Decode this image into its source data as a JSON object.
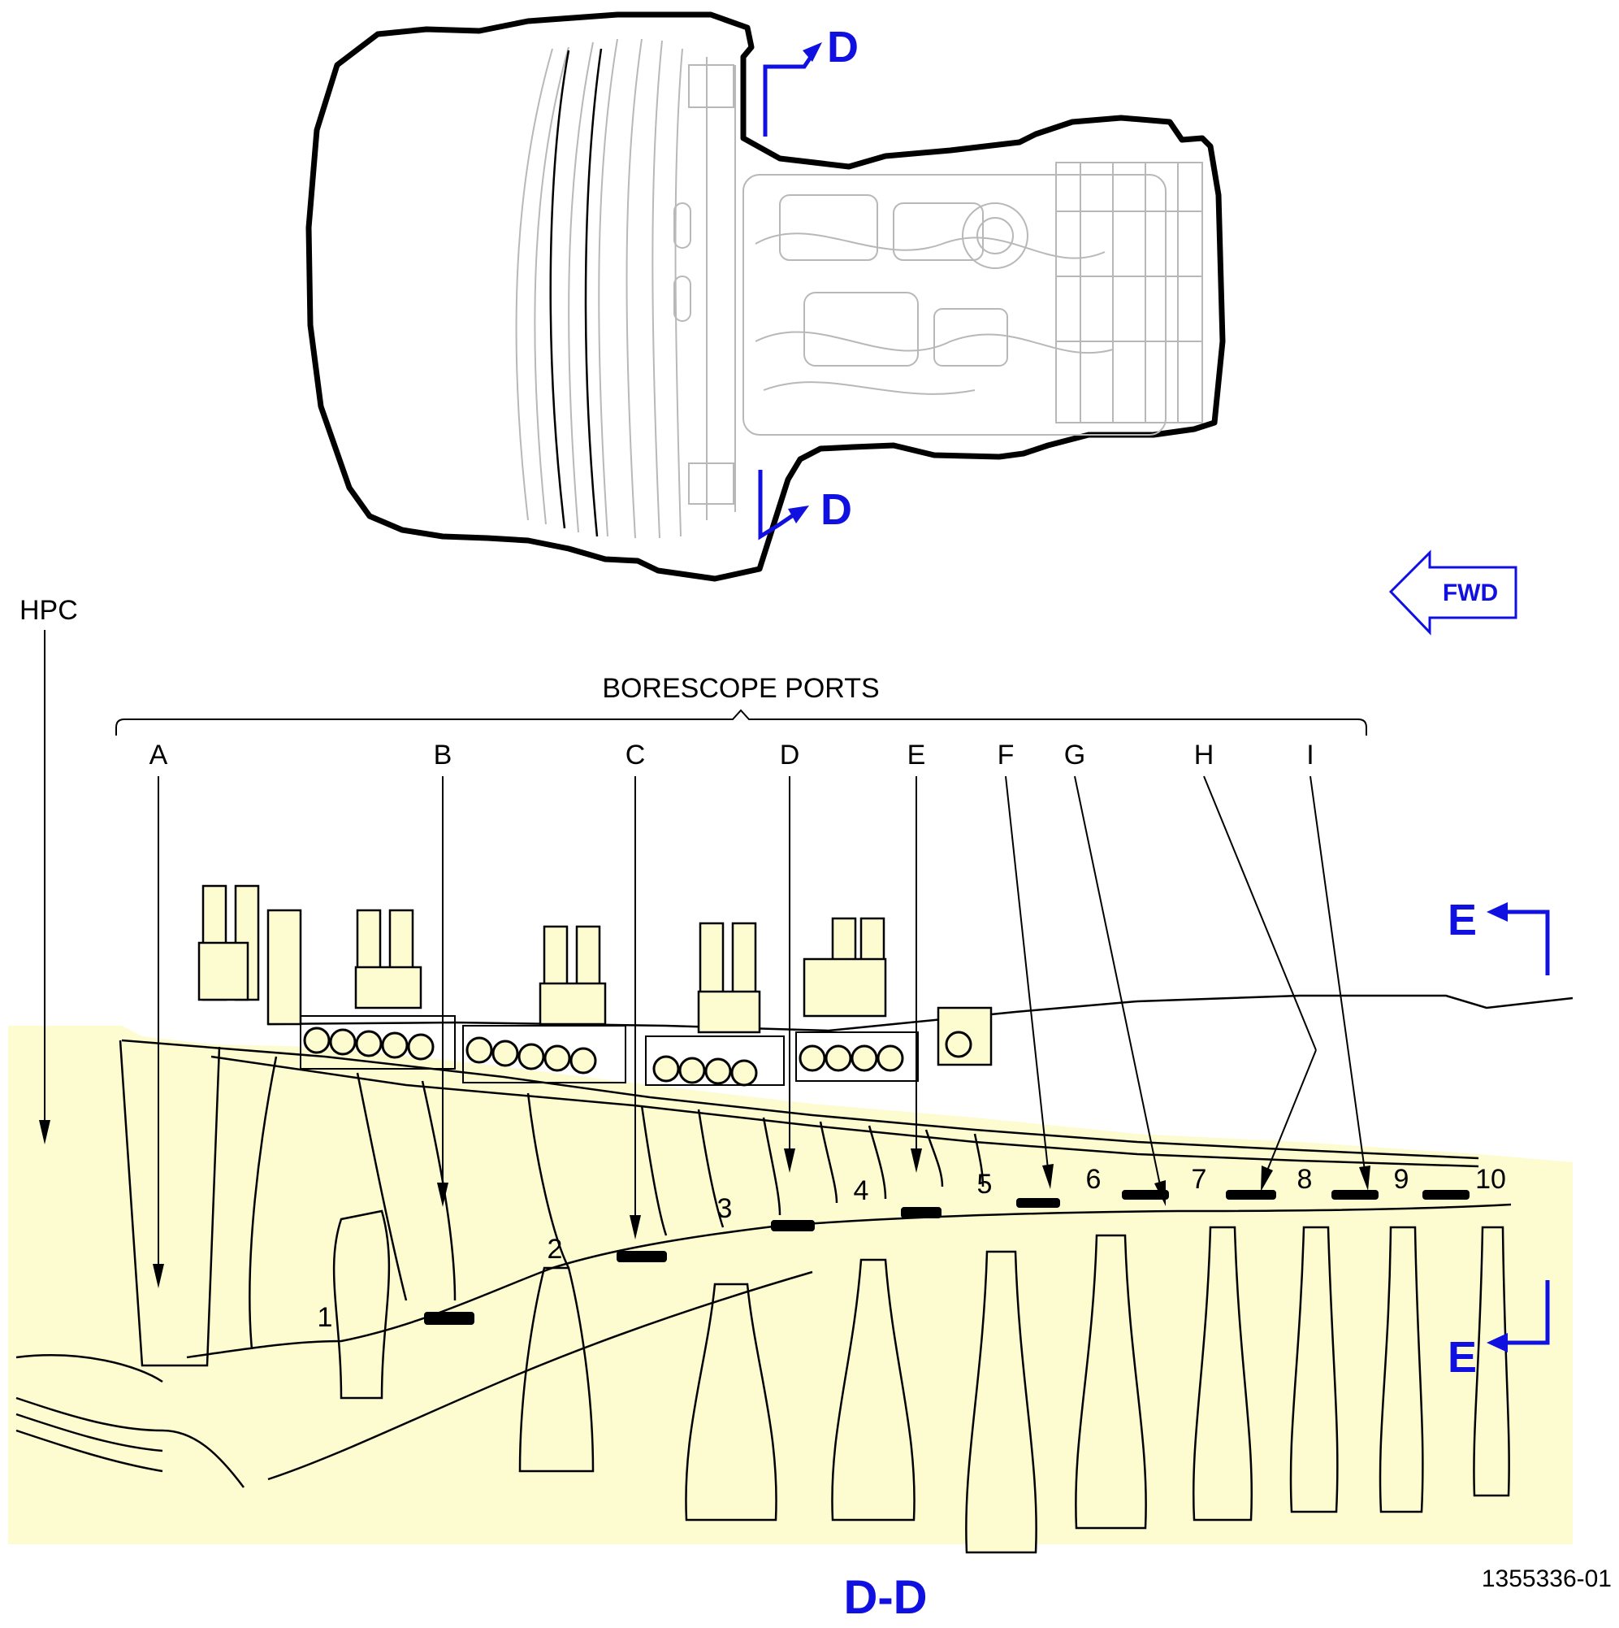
{
  "section_marks": {
    "top_d_upper": "D",
    "top_d_lower": "D",
    "e_upper": "E",
    "e_lower": "E",
    "view_title": "D-D"
  },
  "fwd_label": "FWD",
  "module_label": "HPC",
  "ports_heading": "BORESCOPE PORTS",
  "ports": [
    "A",
    "B",
    "C",
    "D",
    "E",
    "F",
    "G",
    "H",
    "I"
  ],
  "stages": [
    "1",
    "2",
    "3",
    "4",
    "5",
    "6",
    "7",
    "8",
    "9",
    "10"
  ],
  "figure_number": "1355336-01",
  "colors": {
    "accent_blue": "#1010e0",
    "section_fill": "#fdfbd0",
    "line": "#000000"
  }
}
